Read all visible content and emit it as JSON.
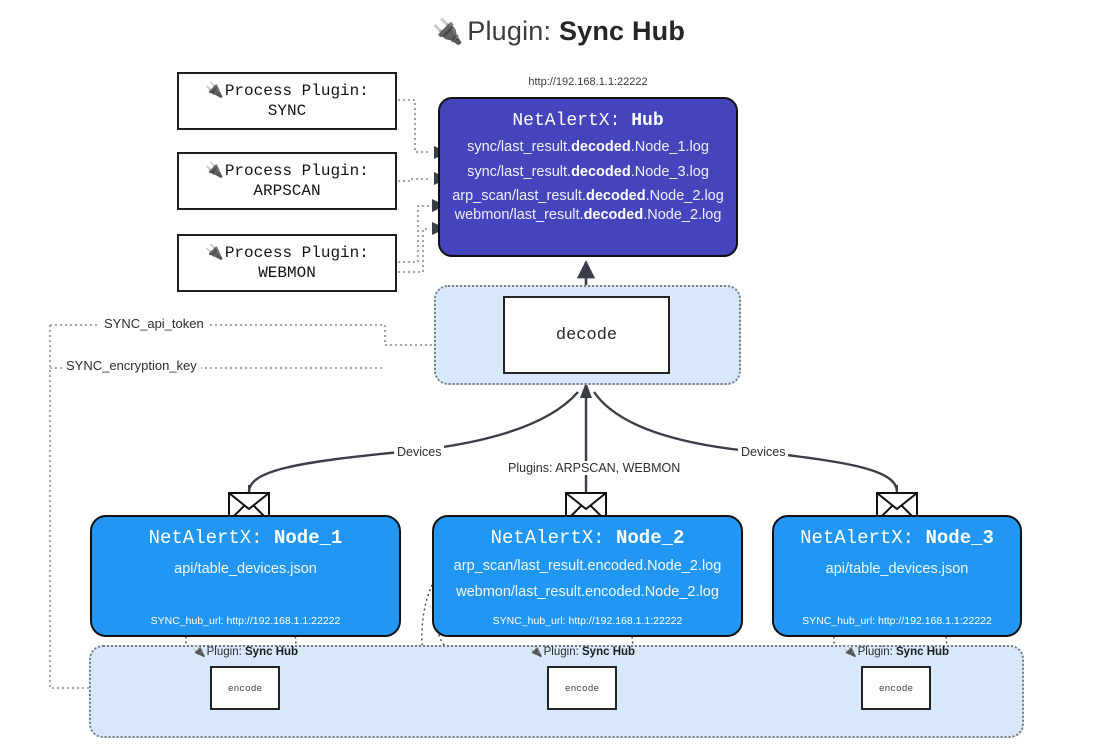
{
  "title": {
    "icon": "plug-icon",
    "prefix": "Plugin:",
    "name": "Sync Hub"
  },
  "hub": {
    "url": "http://192.168.1.1:22222",
    "title_prefix": "NetAlertX:",
    "title_name": "Hub",
    "logs": [
      {
        "pre": "sync/last_result.",
        "em": "decoded",
        "post": ".Node_1.log"
      },
      {
        "pre": "sync/last_result.",
        "em": "decoded",
        "post": ".Node_3.log"
      },
      {
        "pre": "arp_scan/last_result.",
        "em": "decoded",
        "post": ".Node_2.log"
      },
      {
        "pre": "webmon/last_result.",
        "em": "decoded",
        "post": ".Node_2.log"
      }
    ]
  },
  "process_plugins": [
    {
      "icon": "plug-icon",
      "line1": "Process Plugin:",
      "line2": "SYNC"
    },
    {
      "icon": "plug-icon",
      "line1": "Process Plugin:",
      "line2": "ARPSCAN"
    },
    {
      "icon": "plug-icon",
      "line1": "Process Plugin:",
      "line2": "WEBMON"
    }
  ],
  "decode": {
    "label": "decode"
  },
  "settings_edges": [
    {
      "label": "SYNC_api_token"
    },
    {
      "label": "SYNC_encryption_key"
    }
  ],
  "edge_labels": {
    "left_devices": "Devices",
    "right_devices": "Devices",
    "center_plugins": "Plugins: ARPSCAN, WEBMON"
  },
  "nodes": [
    {
      "icon": "envelope-icon",
      "title_prefix": "NetAlertX:",
      "title_name": "Node_1",
      "lines": [
        "api/table_devices.json"
      ],
      "footer": "SYNC_hub_url: http://192.168.1.1:22222"
    },
    {
      "icon": "envelope-icon",
      "title_prefix": "NetAlertX:",
      "title_name": "Node_2",
      "lines": [
        "arp_scan/last_result.encoded.Node_2.log",
        "webmon/last_result.encoded.Node_2.log"
      ],
      "footer": "SYNC_hub_url: http://192.168.1.1:22222"
    },
    {
      "icon": "envelope-icon",
      "title_prefix": "NetAlertX:",
      "title_name": "Node_3",
      "lines": [
        "api/table_devices.json"
      ],
      "footer": "SYNC_hub_url: http://192.168.1.1:22222"
    }
  ],
  "encoders": [
    {
      "caption_icon": "plug-icon",
      "caption_prefix": "Plugin:",
      "caption_name": "Sync Hub",
      "label": "encode"
    },
    {
      "caption_icon": "plug-icon",
      "caption_prefix": "Plugin:",
      "caption_name": "Sync Hub",
      "label": "encode"
    },
    {
      "caption_icon": "plug-icon",
      "caption_prefix": "Plugin:",
      "caption_name": "Sync Hub",
      "label": "encode"
    }
  ],
  "colors": {
    "hub_fill": "#4444bd",
    "node_fill": "#2196f3",
    "container_fill": "#d6e8fa",
    "stroke": "#111111",
    "dotted": "#7a7a7a"
  }
}
